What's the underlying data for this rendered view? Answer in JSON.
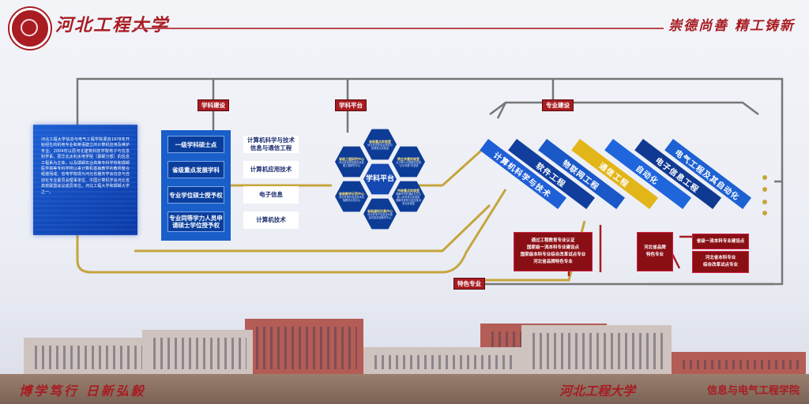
{
  "header": {
    "university": "河北工程大学",
    "motto": "崇德尚善 精工铸新"
  },
  "footer": {
    "motto": "博学笃行 日新弘毅",
    "university": "河北工程大学",
    "college": "信息与电气工程学院"
  },
  "intro_text": "河北工程大学信息与电气工程学院源自1978年开始招生的机电专业和英语建立的计算机应用及维护专业。2004年以原河北建筑科技学院电子与信息科学系、原华北水利水电学院（邯郸分部）的信息工程系为主体，以及邯郸农业高等专科学校和邯郸医学高等专科学校以来计算机基础教学的教师整合组建而成。信电学院现为河北省服务学会信息与自动化专业委员会理事单位、中国计算机学会河北省高校联盟会议成员单位。河北工程大学和邯郸大学之一。",
  "tags": {
    "discipline_building": "学科建设",
    "discipline_platform": "学科平台",
    "major_building": "专业建设",
    "featured_majors": "特色专业"
  },
  "disciplines": [
    "一级学科硕士点",
    "省级重点发展学科",
    "专业学位硕士授予权",
    "专业同等学力人员申请硕士学位授予权"
  ],
  "masters_majors": [
    "计算机科学与技术 信息与通信工程",
    "计算机应用技术",
    "电子信息",
    "计算机技术"
  ],
  "platform": {
    "center": "学科平台",
    "hexes": [
      {
        "title": "省级重点实验室",
        "sub": "河北省安防信息感知与处理重点实验室"
      },
      {
        "title": "省级工程研究中心",
        "sub": "河北省高校智能信息处理工程研究中心"
      },
      {
        "title": "院企共建实验室",
        "sub": "云计算与大数据实验室 \"云中何慧\"先进班"
      },
      {
        "title": "省级教学示范中心",
        "sub": "河北省现代信息技术实验教学示范中心"
      },
      {
        "title": "市级重点实验室",
        "sub": "邯郸市光纤通信与芯片嵌入技术重点实验室 邯郸市安防与监控技术重点实验室"
      },
      {
        "title": "省级虚拟仿真中心",
        "sub": "河北省电子信息技术虚拟仿真实验教学中心"
      }
    ]
  },
  "majors": [
    {
      "name": "计算机科学与技术",
      "color": "#1f5fd6"
    },
    {
      "name": "软件工程",
      "color": "#113e9c"
    },
    {
      "name": "物联网工程",
      "color": "#1a58c8"
    },
    {
      "name": "通信工程",
      "color": "#e2b518"
    },
    {
      "name": "自动化",
      "color": "#1f66dc"
    },
    {
      "name": "电子信息工程",
      "color": "#103a92"
    },
    {
      "name": "电气工程及其自动化",
      "color": "#1d61d2"
    }
  ],
  "featured": {
    "box1": [
      "通过工程教育专业认证",
      "国家级一流本科专业建设点",
      "国家级本科专业综合改革试点专业",
      "河北省品牌特色专业"
    ],
    "box2": [
      "河北省品牌",
      "特色专业"
    ],
    "box3": [
      "省级一流本科专业建设点"
    ],
    "box4": [
      "河北省本科专业",
      "综合改革试点专业"
    ]
  },
  "colors": {
    "accent_red": "#a81c22",
    "line_gray": "#707070",
    "line_gold": "#c6a53d",
    "deep_blue": "#0b3aa8"
  }
}
